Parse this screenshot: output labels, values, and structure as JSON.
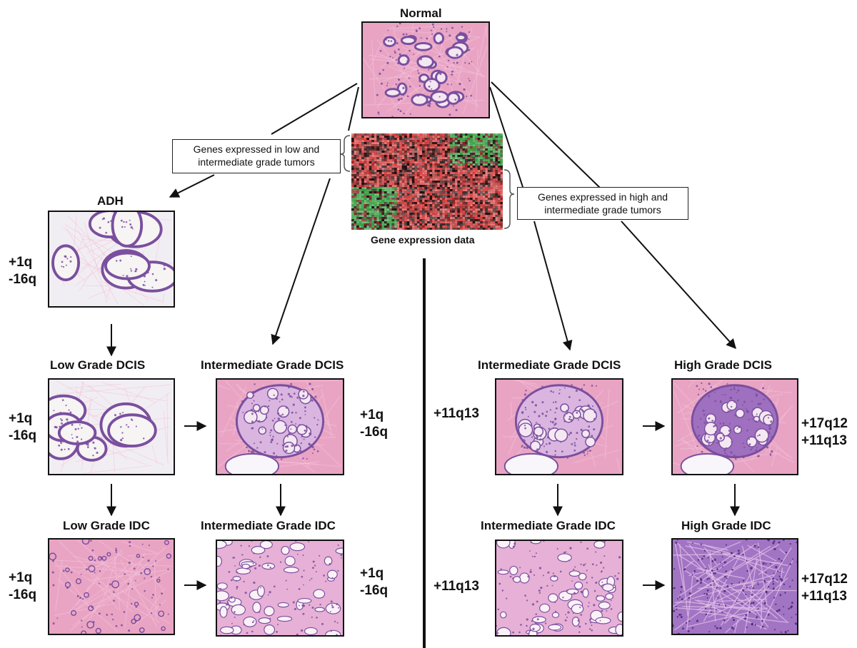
{
  "stages": {
    "normal": "Normal",
    "adh": "ADH",
    "low_dcis": "Low Grade DCIS",
    "int_dcis_left": "Intermediate Grade DCIS",
    "int_dcis_right": "Intermediate Grade DCIS",
    "high_dcis": "High Grade DCIS",
    "low_idc": "Low Grade IDC",
    "int_idc_left": "Intermediate Grade IDC",
    "int_idc_right": "Intermediate Grade IDC",
    "high_idc": "High Grade IDC"
  },
  "genetic_changes": {
    "adh": "+1q\n-16q",
    "low_dcis": "+1q\n-16q",
    "int_dcis_left": "+1q\n-16q",
    "int_dcis_right": "+11q13",
    "high_dcis": "+17q12\n+11q13",
    "low_idc": "+1q\n-16q",
    "int_idc_left": "+1q\n-16q",
    "int_idc_right": "+11q13",
    "high_idc": "+17q12\n+11q13"
  },
  "callouts": {
    "low_intermediate": "Genes expressed in low and intermediate grade tumors",
    "high_intermediate": "Genes expressed in high and intermediate grade tumors"
  },
  "heatmap_caption": "Gene expression data",
  "colors": {
    "tissue_pink": "#e9a4c4",
    "tissue_purple": "#7a4f9e",
    "heat_red": "#d43a3a",
    "heat_green": "#2f9a3a",
    "heat_dark": "#200808"
  }
}
